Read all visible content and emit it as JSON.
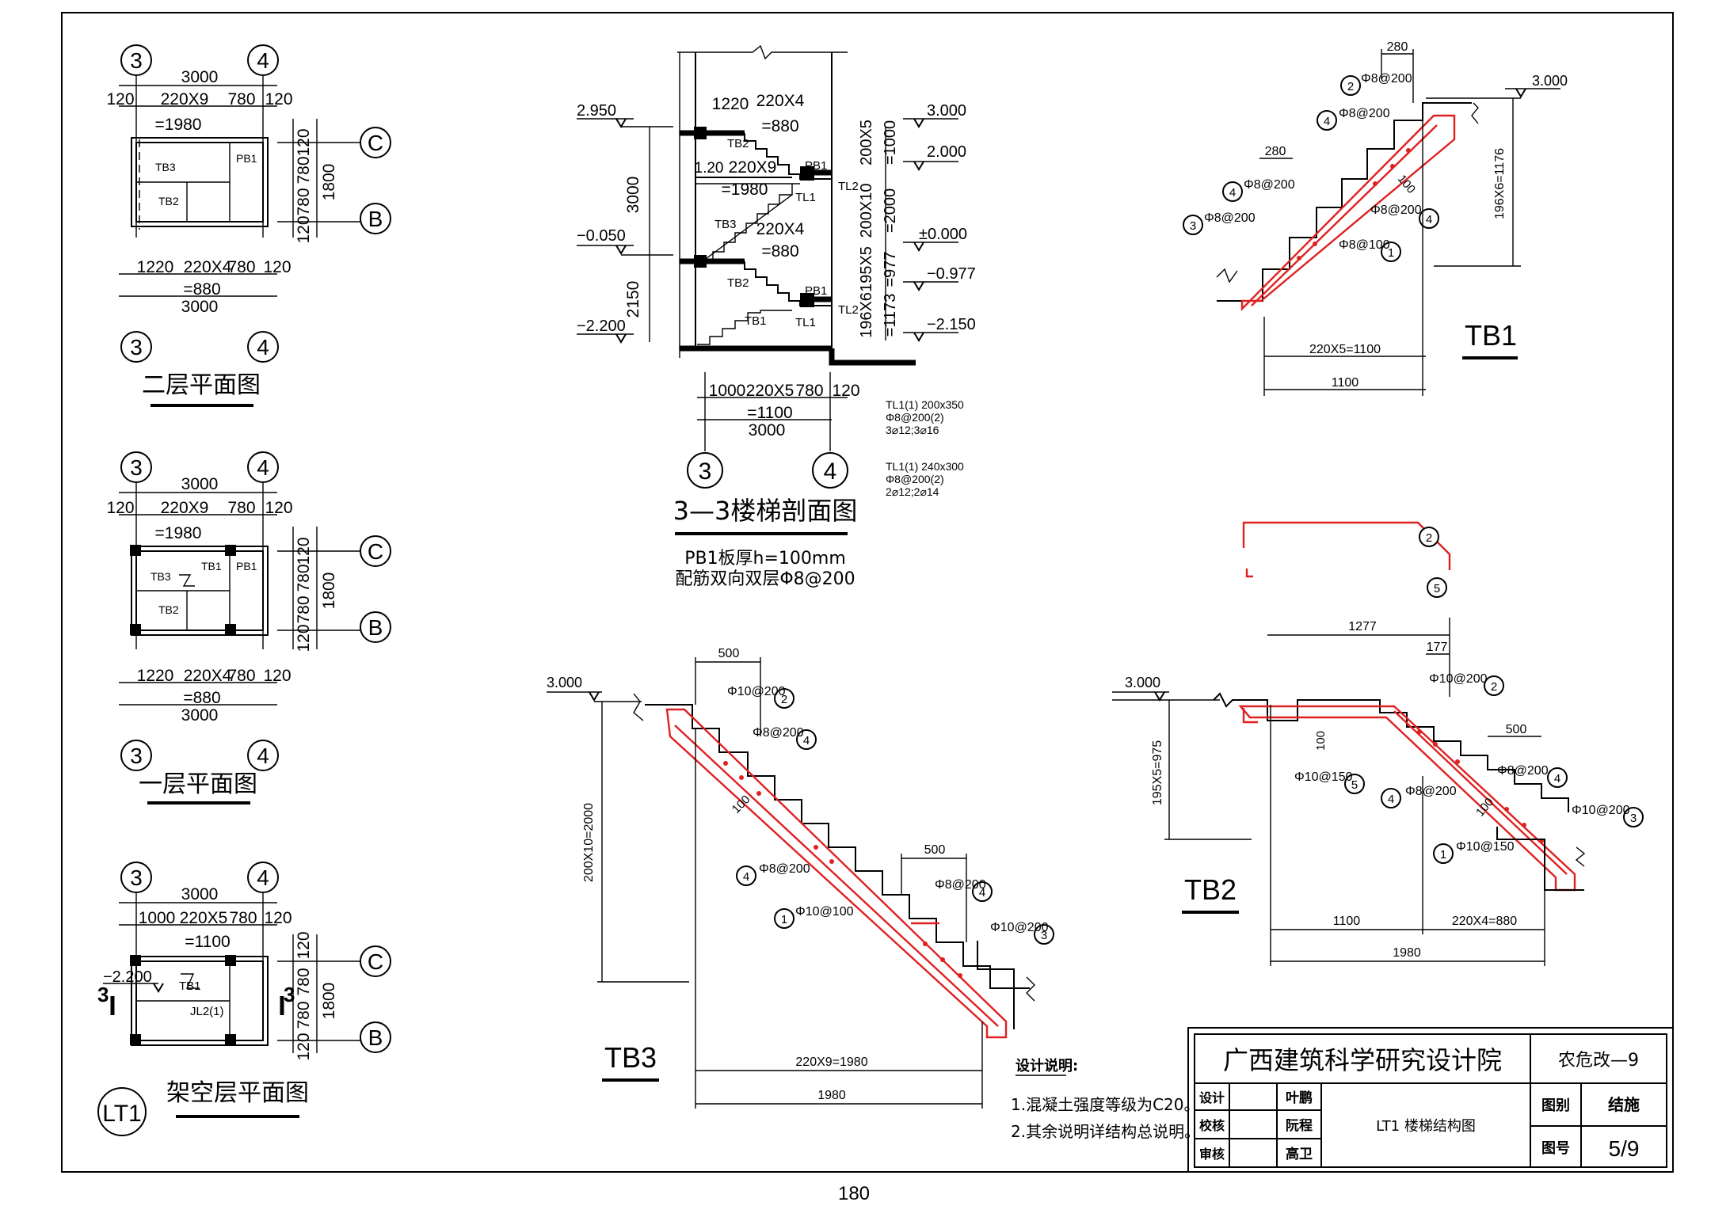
{
  "page_number": "180",
  "title_block": {
    "institute": "广西建筑科学研究设计院",
    "project_code": "农危改—9",
    "drawing_title": "LT1 楼梯结构图",
    "rows": [
      {
        "role": "设计",
        "name": "叶鹏"
      },
      {
        "role": "校核",
        "name": "阮程"
      },
      {
        "role": "审核",
        "name": "高卫"
      }
    ],
    "type_label": "图别",
    "type_value": "结施",
    "num_label": "图号",
    "num_value": "5/9"
  },
  "notes": {
    "title": "设计说明:",
    "items": [
      "1.混凝土强度等级为C20。",
      "2.其余说明详结构总说明。"
    ]
  },
  "plans": {
    "second": {
      "title": "二层平面图"
    },
    "first": {
      "title": "一层平面图"
    },
    "ground": {
      "title": "架空层平面图",
      "stair_mark": "LT1",
      "level": "−2.200",
      "beam": "JL2(1)",
      "cut": "3"
    },
    "axes": {
      "a3": "3",
      "a4": "4",
      "aC": "C",
      "aB": "B"
    },
    "dims": {
      "total": "3000",
      "wall": "120",
      "run9": "220X9",
      "run9v": "=1980",
      "end780": "780",
      "landing1220": "1220",
      "run4": "220X4",
      "run4v": "=880",
      "s1000": "1000",
      "run5": "220X5",
      "run5v": "=1100",
      "v780": "780",
      "v1800": "1800"
    },
    "labels": {
      "tb1": "TB1",
      "tb2": "TB2",
      "tb3": "TB3",
      "pb1": "PB1"
    }
  },
  "section": {
    "title": "3—3楼梯剖面图",
    "levels": [
      "2.950",
      "−0.050",
      "−2.200",
      "3.000",
      "2.000",
      "±0.000",
      "−0.977",
      "−2.150"
    ],
    "left_dims": [
      "3000",
      "2150"
    ],
    "right_dims": [
      "200X5",
      "=1000",
      "200X10",
      "=2000",
      "195X5",
      "=977",
      "196X6",
      "=1173"
    ],
    "top_dims": [
      "1220",
      "220X4",
      "=880",
      "220X9",
      "=1980",
      "220X4",
      "=880",
      "1.20"
    ],
    "bottom_dims": [
      "1000",
      "220X5",
      "780",
      "120",
      "=1100",
      "3000"
    ],
    "labels": {
      "tb1": "TB1",
      "tb2": "TB2",
      "tb3": "TB3",
      "pb1": "PB1",
      "tl1": "TL1",
      "tl2": "TL2"
    },
    "beam_notes": [
      [
        "TL1(1) 200x350",
        "Φ8@200(2)",
        "3⌀12;3⌀16"
      ],
      [
        "TL1(1) 240x300",
        "Φ8@200(2)",
        "2⌀12;2⌀14"
      ]
    ],
    "pb_note": [
      "PB1板厚h=100mm",
      "配筋双向双层Φ8@200"
    ]
  },
  "tb1": {
    "title": "TB1",
    "dims": [
      "280",
      "280",
      "220X5=1100",
      "1100",
      "196X6=1176",
      "100"
    ],
    "level": "3.000",
    "bars": [
      {
        "n": "2",
        "spec": "Φ8@200"
      },
      {
        "n": "4",
        "spec": "Φ8@200"
      },
      {
        "n": "4",
        "spec": "Φ8@200"
      },
      {
        "n": "3",
        "spec": "Φ8@200"
      },
      {
        "n": "4",
        "spec": "Φ8@200"
      },
      {
        "n": "1",
        "spec": "Φ8@100"
      }
    ]
  },
  "tb2": {
    "title": "TB2",
    "dims": [
      "1277",
      "177",
      "500",
      "1100",
      "220X4=880",
      "1980",
      "195X5=975",
      "100",
      "100"
    ],
    "level": "3.000",
    "bars": [
      {
        "n": "2",
        "spec": "Φ10@200"
      },
      {
        "n": "5",
        "spec": "Φ10@150"
      },
      {
        "n": "4",
        "spec": "Φ8@200"
      },
      {
        "n": "4",
        "spec": "Φ8@200"
      },
      {
        "n": "3",
        "spec": "Φ10@200"
      },
      {
        "n": "1",
        "spec": "Φ10@150"
      }
    ],
    "detail_marks": [
      "2",
      "5"
    ]
  },
  "tb3": {
    "title": "TB3",
    "dims": [
      "500",
      "500",
      "200X10=2000",
      "220X9=1980",
      "1980",
      "100"
    ],
    "level": "3.000",
    "bars": [
      {
        "n": "2",
        "spec": "Φ10@200"
      },
      {
        "n": "4",
        "spec": "Φ8@200"
      },
      {
        "n": "4",
        "spec": "Φ8@200"
      },
      {
        "n": "1",
        "spec": "Φ10@100"
      },
      {
        "n": "4",
        "spec": "Φ8@200"
      },
      {
        "n": "3",
        "spec": "Φ10@200"
      }
    ]
  }
}
